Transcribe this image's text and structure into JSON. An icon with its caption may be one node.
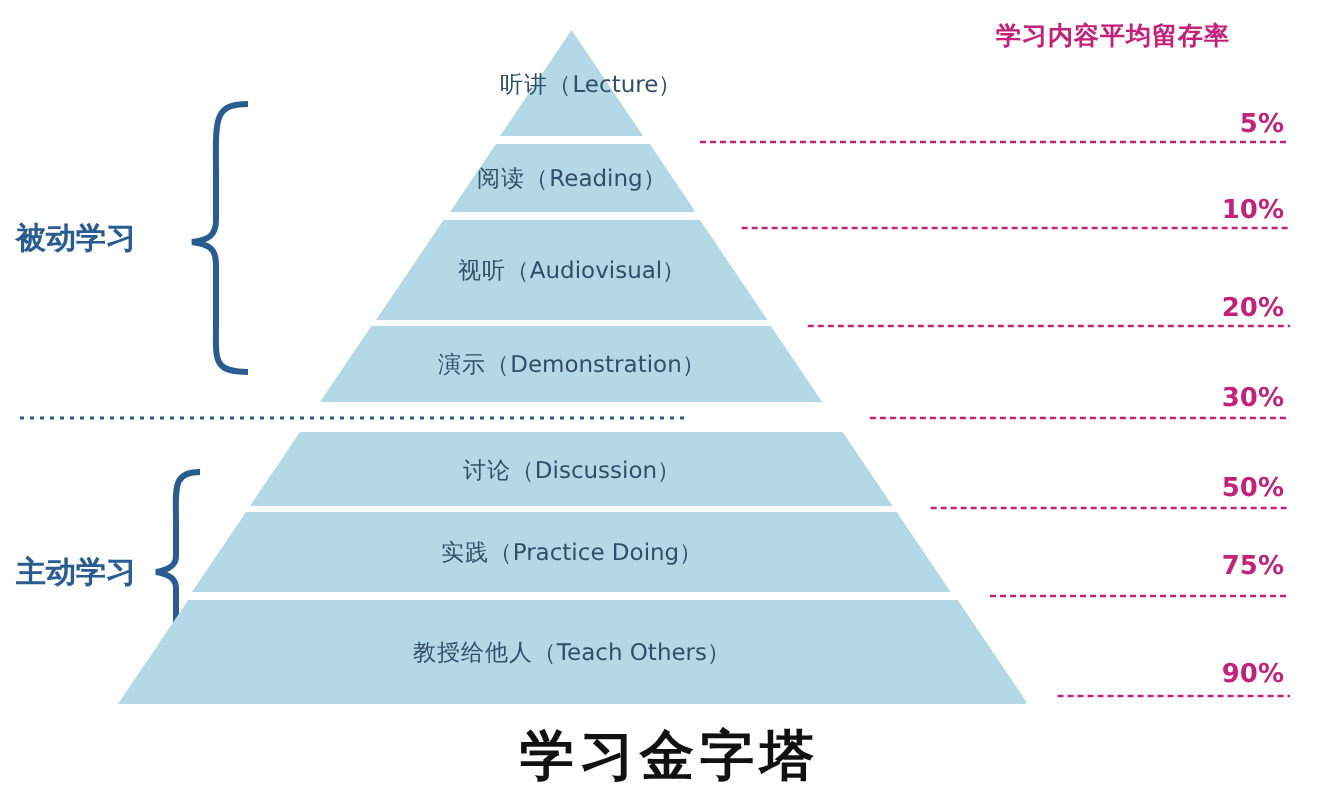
{
  "diagram": {
    "title": "学习金字塔",
    "nodes": [
      {
        "text": [
          "听讲（Lecture）"
        ]
      },
      {
        "text": [
          "阅读（Reading）"
        ]
      },
      {
        "text": [
          "视听（Audiovisual）"
        ]
      },
      {
        "text": [
          "演示（Demonstration）"
        ]
      },
      {
        "text": [
          "讨论（Discussion）"
        ]
      },
      {
        "text": [
          "实践（Practice Doing）"
        ]
      },
      {
        "text": [
          "教授给他人（Teach Others）"
        ]
      }
    ],
    "labels": [
      "学习内容平均留存率",
      "5%",
      "被动学习",
      "10%",
      "20%",
      "30%",
      "主动学习",
      "50%",
      "75%",
      "90%"
    ]
  }
}
